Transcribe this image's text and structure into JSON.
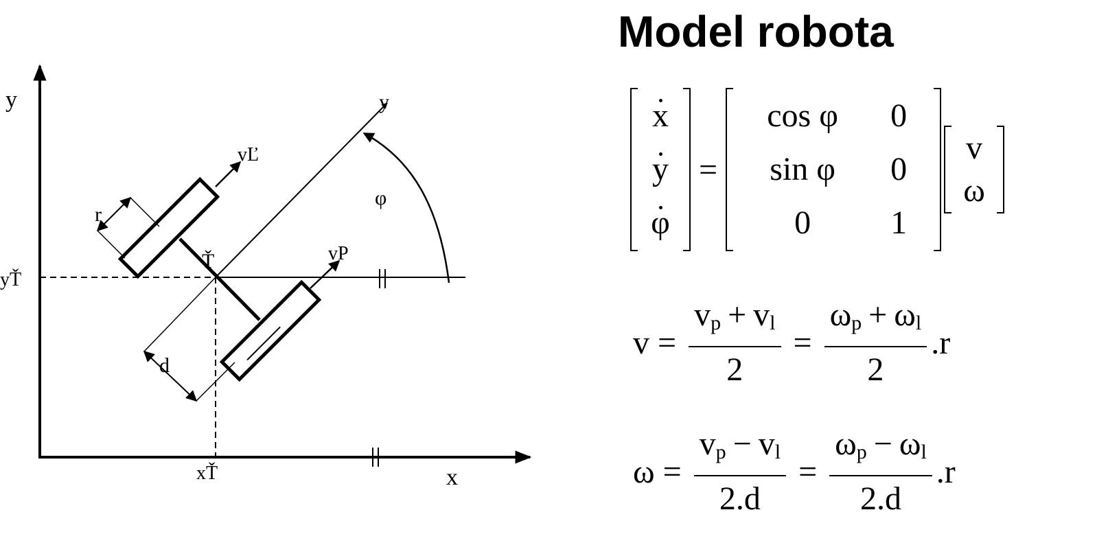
{
  "title": "Model robota",
  "diagram": {
    "axis_y": "y",
    "axis_x": "x",
    "axis_rotated": "y",
    "angle": "φ",
    "point": "Ť",
    "vel_left": "vĽ",
    "vel_right": "vP",
    "radius": "r",
    "distance": "d",
    "x_coord": "xŤ",
    "y_coord": "yŤ"
  },
  "matrix": {
    "lhs": [
      "x",
      "y",
      "φ"
    ],
    "m": [
      [
        "cos φ",
        "0"
      ],
      [
        "sin φ",
        "0"
      ],
      [
        "0",
        "1"
      ]
    ],
    "rhs": [
      "v",
      "ω"
    ],
    "equals": "="
  },
  "eq_v": {
    "lhs": "v",
    "f1_num": {
      "a": "v",
      "a_sub": "p",
      "op": "+",
      "b": "v",
      "b_sub": "l"
    },
    "f1_den": "2",
    "f2_num": {
      "a": "ω",
      "a_sub": "p",
      "op": "+",
      "b": "ω",
      "b_sub": "l"
    },
    "f2_den": "2",
    "tail": ".r"
  },
  "eq_w": {
    "lhs": "ω",
    "f1_num": {
      "a": "v",
      "a_sub": "p",
      "op": "−",
      "b": "v",
      "b_sub": "l"
    },
    "f1_den": "2.d",
    "f2_num": {
      "a": "ω",
      "a_sub": "p",
      "op": "−",
      "b": "ω",
      "b_sub": "l"
    },
    "f2_den": "2.d",
    "tail": ".r"
  }
}
